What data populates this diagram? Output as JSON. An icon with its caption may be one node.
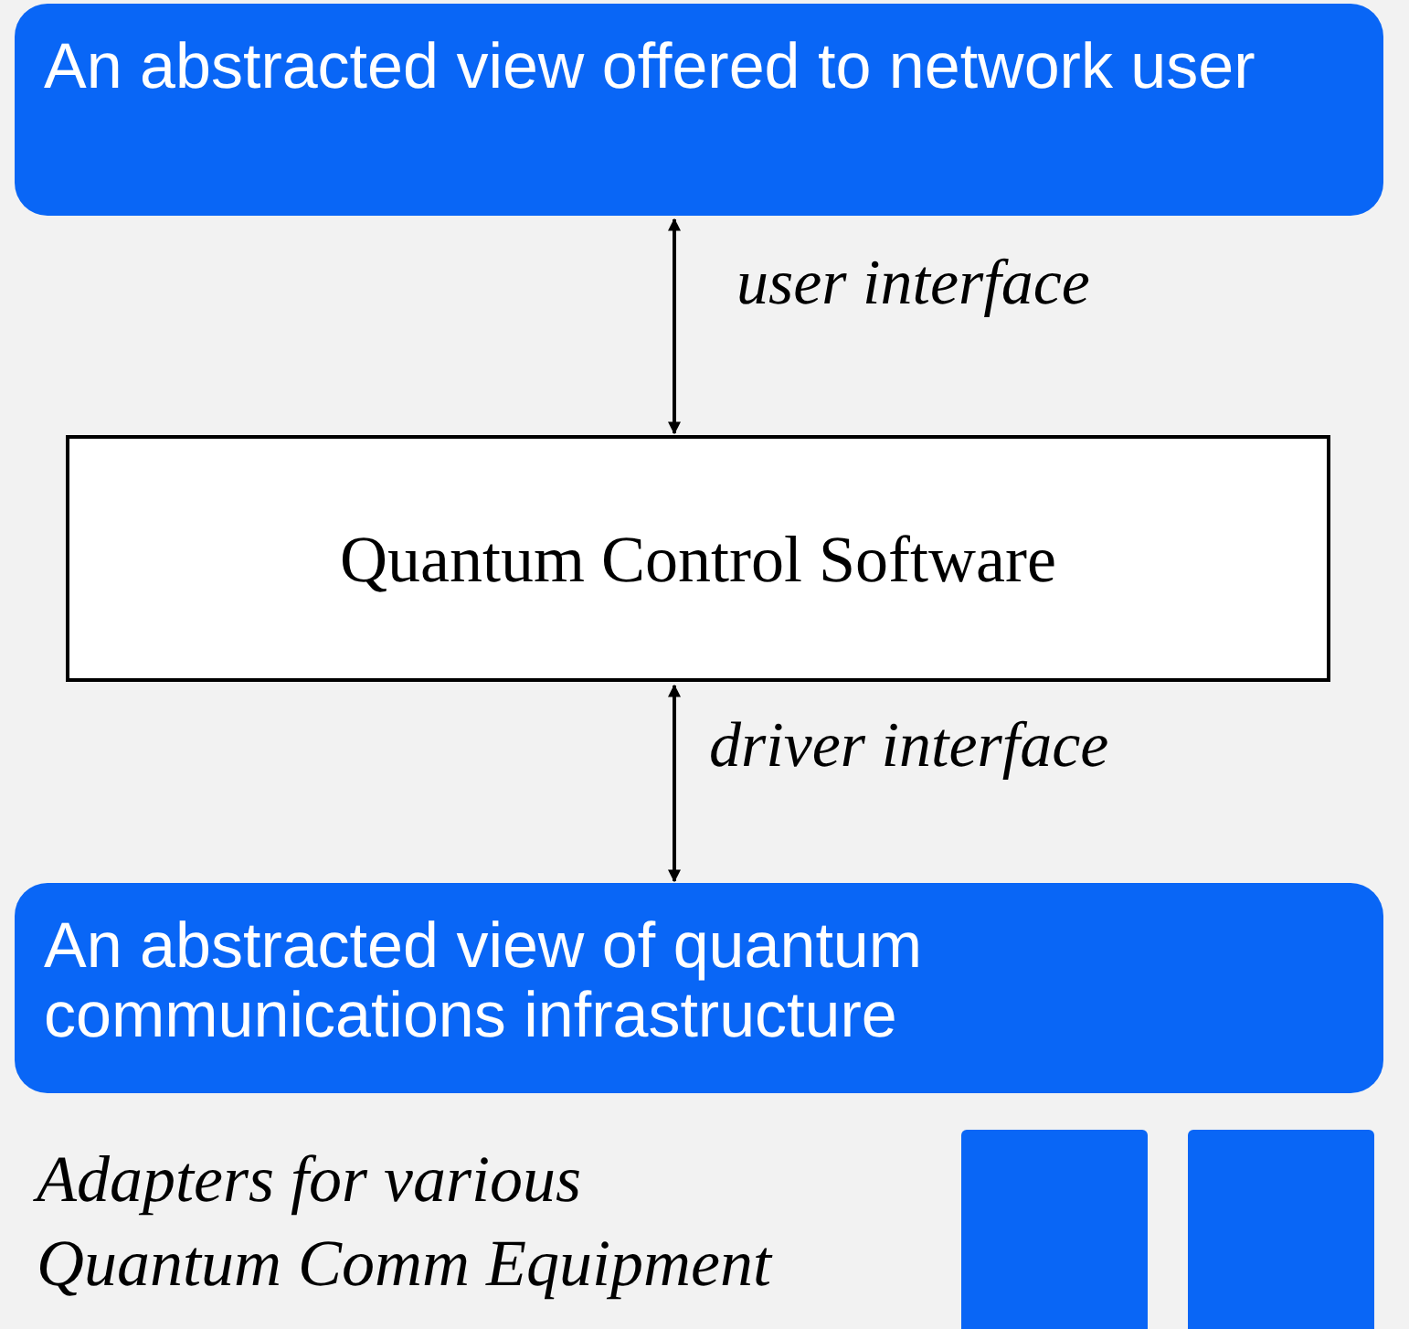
{
  "diagram": {
    "nodes": [
      {
        "text": [
          "An abstracted view offered to network user"
        ]
      },
      {
        "text": [
          "Quantum Control Software"
        ]
      },
      {
        "text": [
          "An abstracted view of quantum communications infrastructure"
        ]
      },
      {
        "text": [],
        "shape": "box"
      },
      {
        "text": [],
        "shape": "box"
      }
    ],
    "edges": [
      {
        "from": 0,
        "to": 1,
        "arrow": "both",
        "label": "user interface"
      },
      {
        "from": 1,
        "to": 2,
        "arrow": "both",
        "label": "driver interface"
      }
    ],
    "labels": [
      "Adapters for various Quantum Comm Equipment"
    ]
  }
}
